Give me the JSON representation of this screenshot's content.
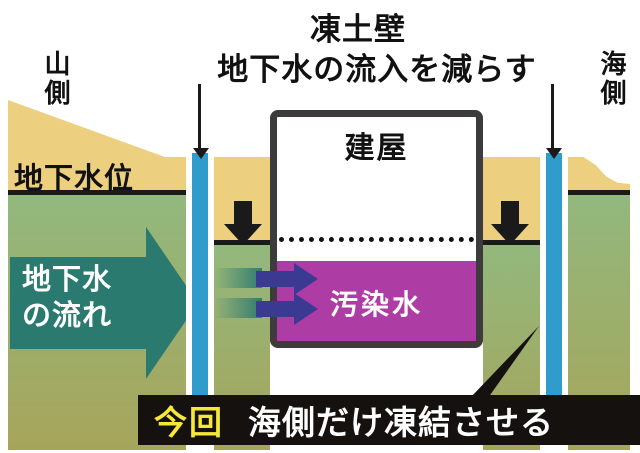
{
  "header": {
    "title": "凍土壁",
    "subtitle": "地下水の流入を減らす"
  },
  "side_labels": {
    "mountain": "山側",
    "sea": "海側"
  },
  "diagram": {
    "water_table_label": "地下水位",
    "building_label": "建屋",
    "contaminated_water_label": "汚染水",
    "flow_label_line1": "地下水",
    "flow_label_line2": "の流れ"
  },
  "banner": {
    "tag": "今回",
    "message": "海側だけ凍結させる"
  },
  "icons": [
    "wall-pointer-arrow",
    "water-level-drop-arrow",
    "groundwater-flow-arrow",
    "inflow-arrow",
    "callout-wedge"
  ],
  "colors": {
    "sand": "#ecd07f",
    "ground_green_top": "#92b87d",
    "ground_green_bottom": "#a7a55b",
    "frozen_wall_blue": "#2f9ccb",
    "flow_teal": "#2b7a70",
    "contaminated_magenta": "#ad3ca5",
    "inflow_indigo": "#3b3a92",
    "building_border_gray": "#3d3b3c",
    "banner_black": "#15110e",
    "tag_yellow": "#f5e83b",
    "line_black": "#1a1a1a"
  }
}
